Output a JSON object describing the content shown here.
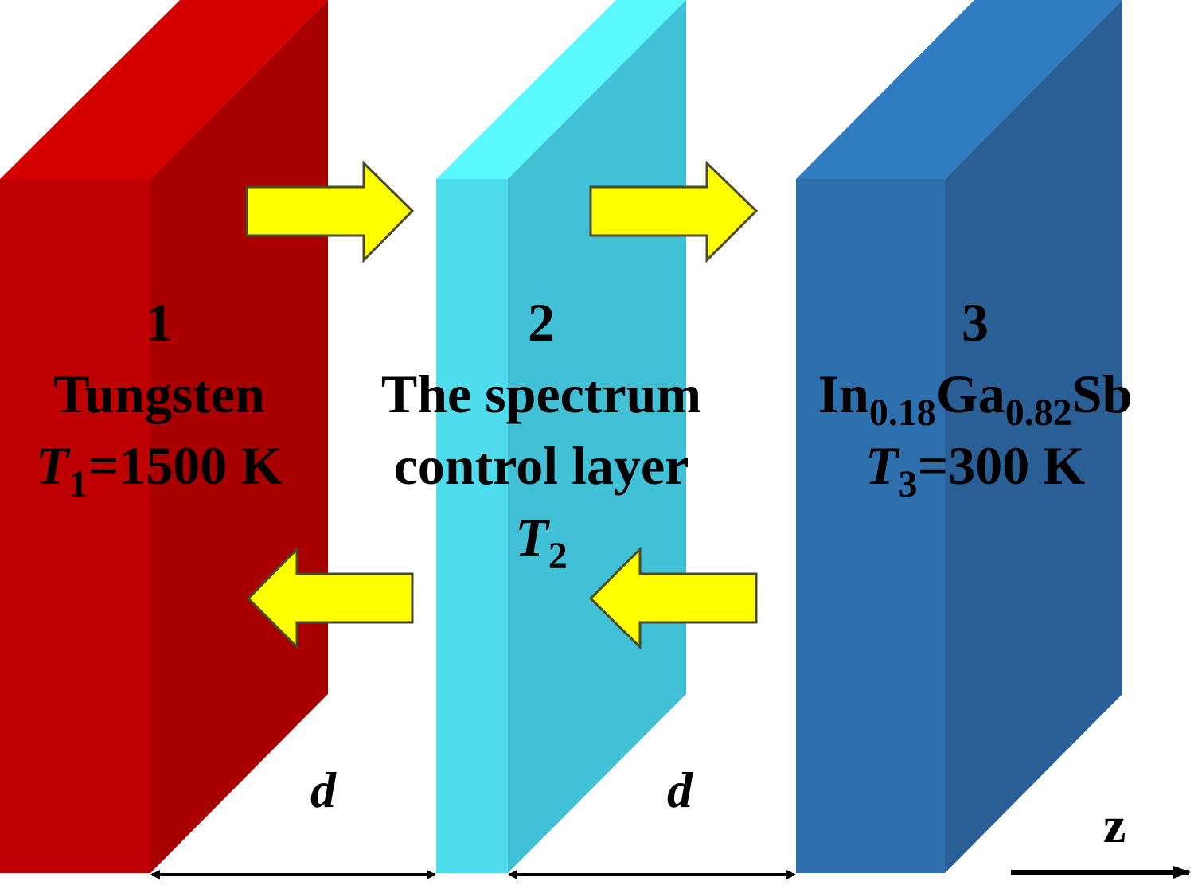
{
  "colors": {
    "tungsten_front": "#bd0000",
    "tungsten_side": "#a80000",
    "tungsten_top": "#d40000",
    "control_front": "#4fdcec",
    "control_side": "#42c1d6",
    "control_top": "#5af8ff",
    "detector_front": "#2e6fae",
    "detector_side": "#2a5f96",
    "detector_top": "#2f7cc2",
    "arrow_fill": "#ffff00",
    "arrow_stroke": "#4a4a2a"
  },
  "layers": [
    {
      "number": "1",
      "name": "Tungsten",
      "temp_symbol": "T",
      "temp_index": "1",
      "temp_value": "=1500 K"
    },
    {
      "number": "2",
      "name_line1": "The spectrum",
      "name_line2": "control layer",
      "temp_symbol": "T",
      "temp_index": "2"
    },
    {
      "number": "3",
      "formula": {
        "p1": "In",
        "s1": "0.18",
        "p2": "Ga",
        "s2": "0.82",
        "p3": "Sb"
      },
      "temp_symbol": "T",
      "temp_index": "3",
      "temp_value": "=300 K"
    }
  ],
  "gaps": [
    {
      "label": "d"
    },
    {
      "label": "d"
    }
  ],
  "axis": {
    "label": "z"
  }
}
